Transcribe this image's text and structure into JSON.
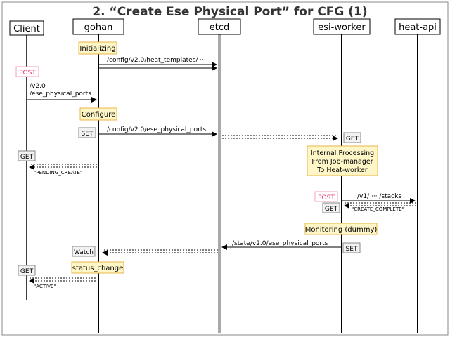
{
  "title": "2. “Create Ese Physical Port” for CFG (1)",
  "actors": {
    "client": "Client",
    "gohan": "gohan",
    "etcd": "etcd",
    "esi_worker": "esi-worker",
    "heat_api": "heat-api"
  },
  "notes": {
    "initializing": "Initializing",
    "configure": "Configure",
    "internal_1": "Internal Processing",
    "internal_2": "From Job-manager",
    "internal_3": "To Heat-worker",
    "monitoring": "Monitoring (dummy)",
    "status_change": "status_change"
  },
  "tags": {
    "post_client": "POST",
    "set_gohan": "SET",
    "get_worker": "GET",
    "get_client_1": "GET",
    "post_worker": "POST",
    "get_worker_2": "GET",
    "watch": "Watch",
    "set_worker": "SET",
    "get_client_2": "GET"
  },
  "messages": {
    "heat_templates": "/config/v2.0/heat_templates/ ···",
    "v2_line1": "/v2.0",
    "v2_line2": "/ese_physical_ports",
    "config_ports": "/config/v2.0/ese_physical_ports",
    "pending": "\"PENDING_CREATE\"",
    "stacks": "/v1/ ··· /stacks",
    "create_complete": "\"CREATE_COMPLETE\"",
    "state_ports": "/state/v2.0/ese_physical_ports",
    "active": "\"ACTIVE\""
  },
  "colors": {
    "note_fill": "#fff6c8",
    "note_border": "#e8b64a",
    "post_text": "#e8336b",
    "post_border": "#f2a3b8",
    "etcd_line": "#aaaaaa"
  }
}
